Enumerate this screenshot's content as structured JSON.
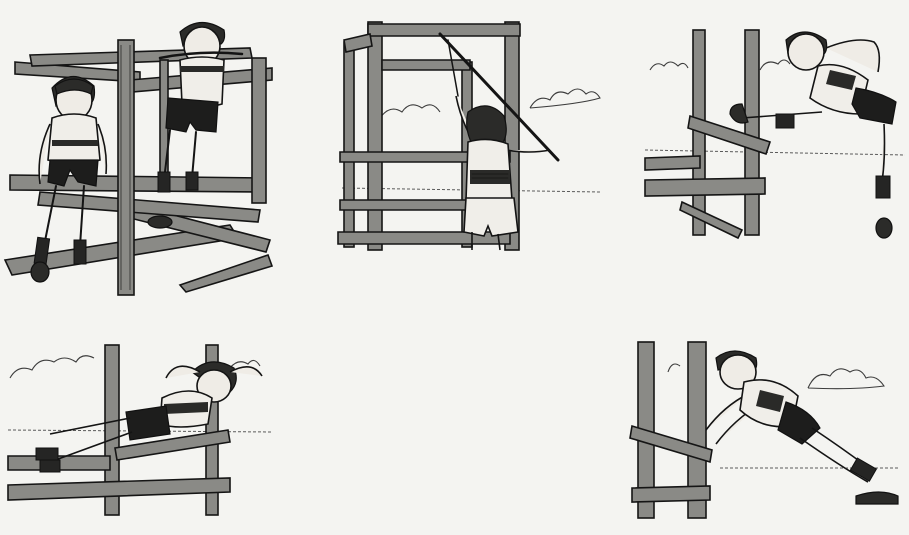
{
  "image": {
    "style": "black-and-white line illustration",
    "panels": [
      {
        "id": "climbing-frame"
      },
      {
        "id": "stick-stretch"
      },
      {
        "id": "leg-stretch"
      },
      {
        "id": "incline-lean"
      },
      {
        "id": "wall-push"
      }
    ]
  },
  "colors": {
    "paper": "#f4f4f1",
    "ink": "#141414",
    "wood": "#8a8a86"
  }
}
